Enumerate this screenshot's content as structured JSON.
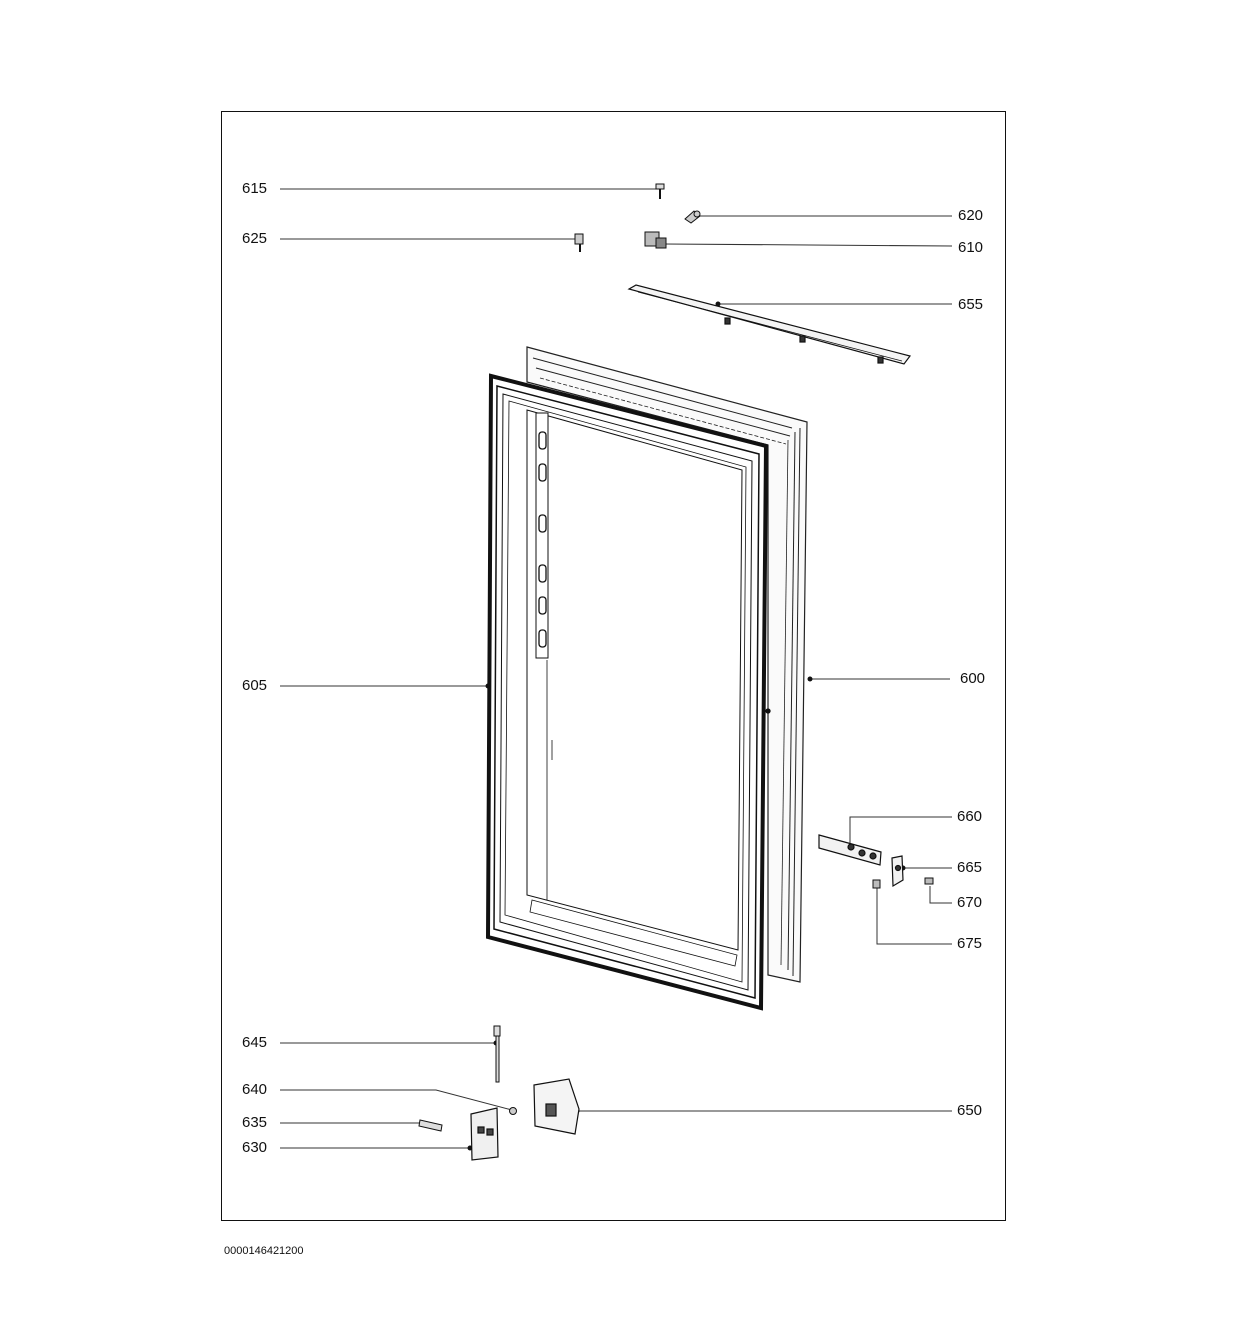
{
  "diagram": {
    "callouts": {
      "c615": "615",
      "c620": "620",
      "c625": "625",
      "c610": "610",
      "c655": "655",
      "c605": "605",
      "c600": "600",
      "c660": "660",
      "c665": "665",
      "c670": "670",
      "c675": "675",
      "c645": "645",
      "c640": "640",
      "c635": "635",
      "c630": "630",
      "c650": "650"
    },
    "footer_code": "0000146421200"
  }
}
